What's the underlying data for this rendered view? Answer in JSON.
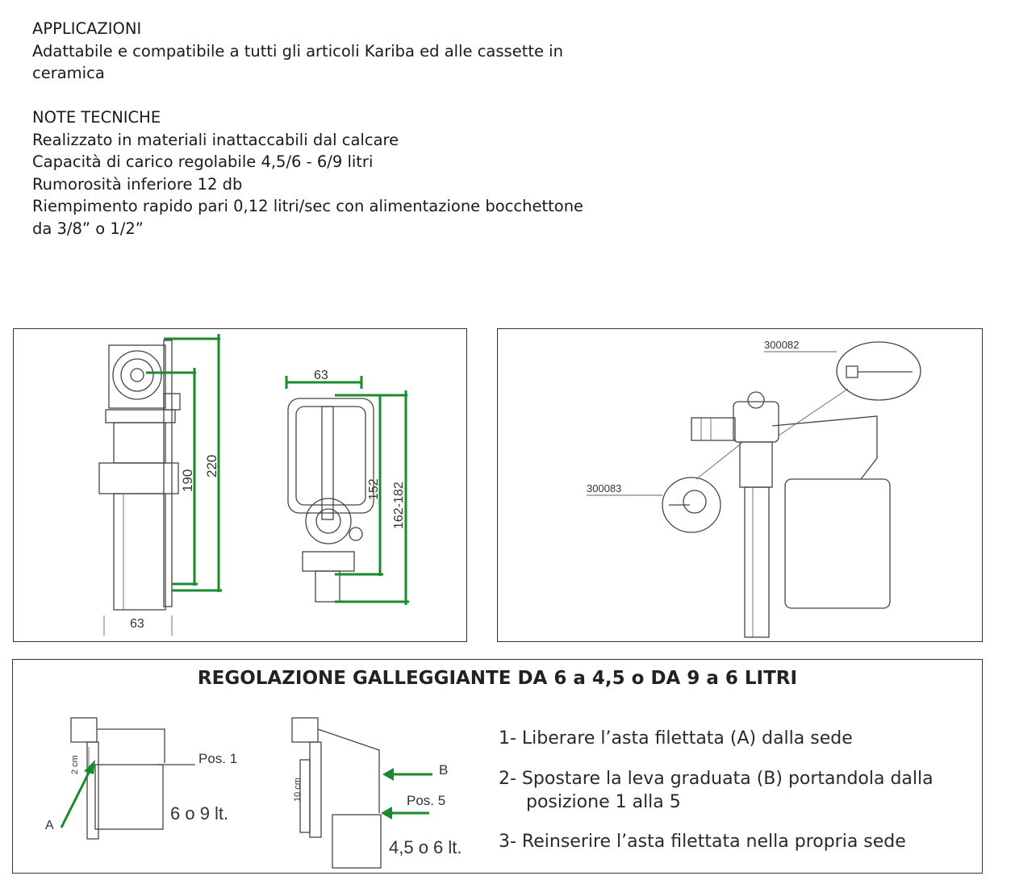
{
  "applicazioni": {
    "heading": "APPLICAZIONI",
    "lines": [
      "Adattabile e compatibile a tutti gli articoli Kariba ed alle cassette in",
      "ceramica"
    ]
  },
  "note_tecniche": {
    "heading": "NOTE TECNICHE",
    "lines": [
      "Realizzato in materiali inattaccabili dal calcare",
      "Capacità di carico regolabile 4,5/6 - 6/9 litri",
      "Rumorosità inferiore 12 db",
      "Riempimento rapido pari 0,12 litri/sec con alimentazione bocchettone",
      "da 3/8” o 1/2”"
    ]
  },
  "dimension_drawing": {
    "side_width": "63",
    "side_height_inner": "190",
    "side_height_total": "220",
    "front_width": "63",
    "front_height_inner": "152",
    "front_height_total": "162-182"
  },
  "parts_drawing": {
    "part_top": "300082",
    "part_bottom": "300083"
  },
  "regolazione": {
    "title": "REGOLAZIONE GALLEGGIANTE DA 6 a 4,5 o DA 9 a 6 LITRI",
    "fig1": {
      "measure": "2 cm",
      "pos": "Pos. 1",
      "letter": "A",
      "volume": "6 o 9 lt."
    },
    "fig2": {
      "measure": "10 cm",
      "letter": "B",
      "pos": "Pos. 5",
      "volume": "4,5 o 6 lt."
    },
    "steps": [
      "1- Liberare l’asta filettata (A) dalla sede",
      "2- Spostare la leva graduata (B) portandola dalla",
      "posizione 1 alla 5",
      "3- Reinserire l’asta filettata nella propria sede"
    ]
  },
  "colors": {
    "accent_green": "#1a8a2e",
    "border": "#333333"
  }
}
